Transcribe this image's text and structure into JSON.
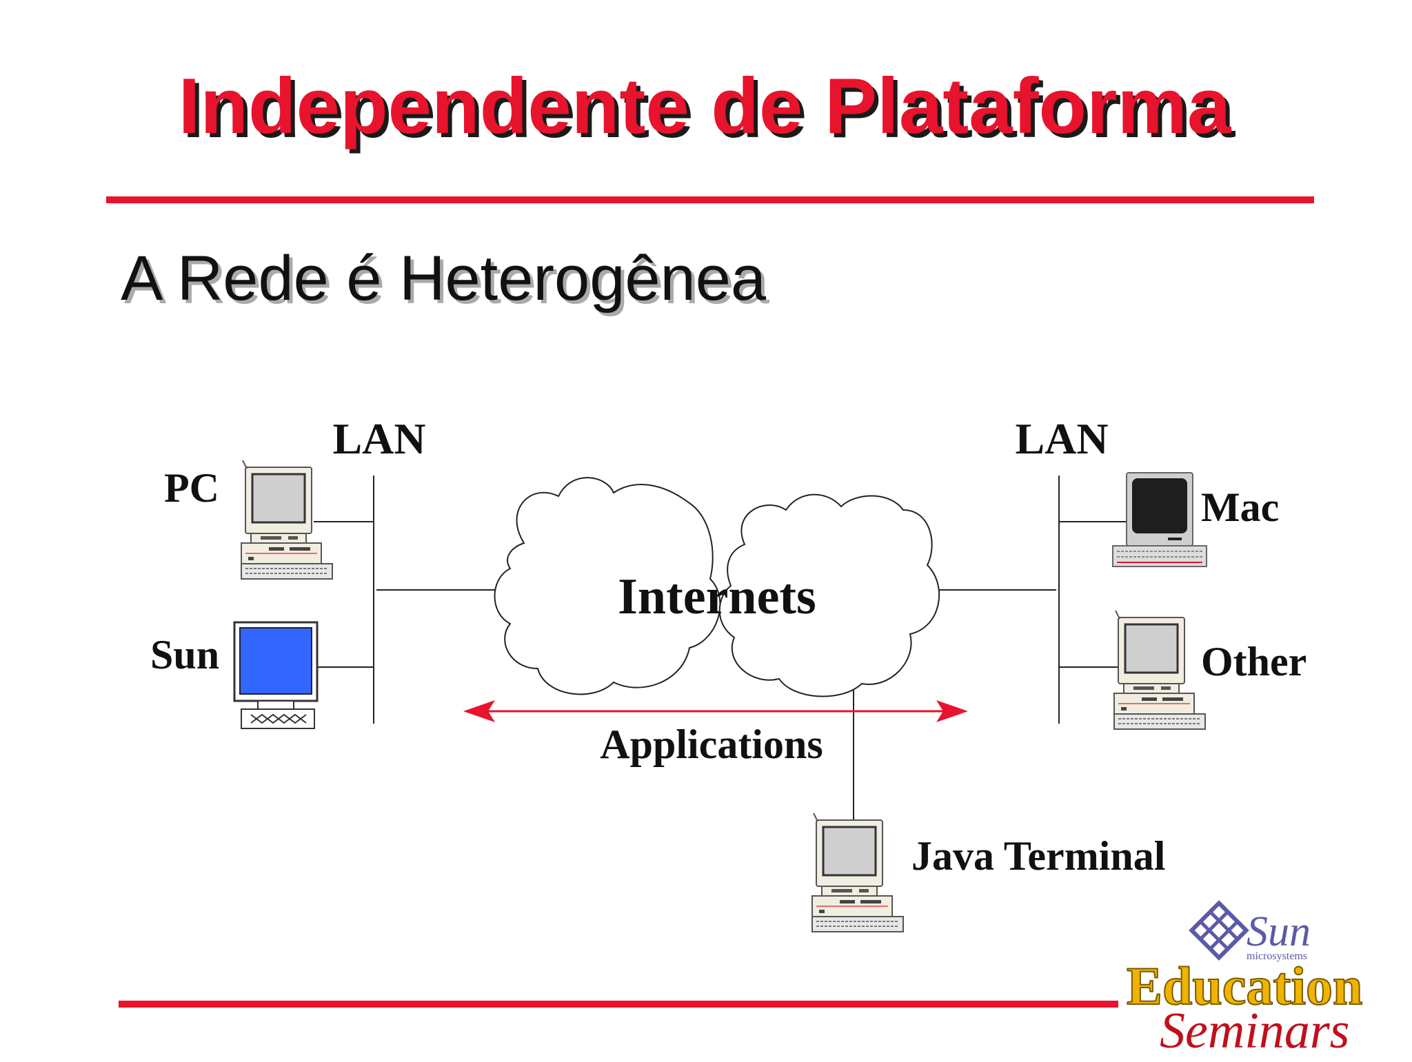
{
  "slide": {
    "title": "Independente de Plataforma",
    "subtitle": "A Rede é Heterogênea"
  },
  "diagram": {
    "lan_left": "LAN",
    "lan_right": "LAN",
    "cloud": "Internets",
    "arrow": "Applications",
    "nodes": {
      "pc": "PC",
      "sun": "Sun",
      "mac": "Mac",
      "other": "Other",
      "java_terminal": "Java Terminal"
    }
  },
  "logo": {
    "brand": "Sun",
    "brand_sub": "microsystems",
    "line1": "Education",
    "line2": "Seminars"
  },
  "colors": {
    "accent_red": "#e8132c",
    "title_shadow": "#1a1a1a",
    "sun_screen": "#3366ff",
    "mac_screen": "#1e1e1e",
    "beige": "#f1ede0",
    "education_gold": "#f0b400",
    "seminars_red": "#c0101c",
    "sun_logo": "#5a5aa8"
  }
}
